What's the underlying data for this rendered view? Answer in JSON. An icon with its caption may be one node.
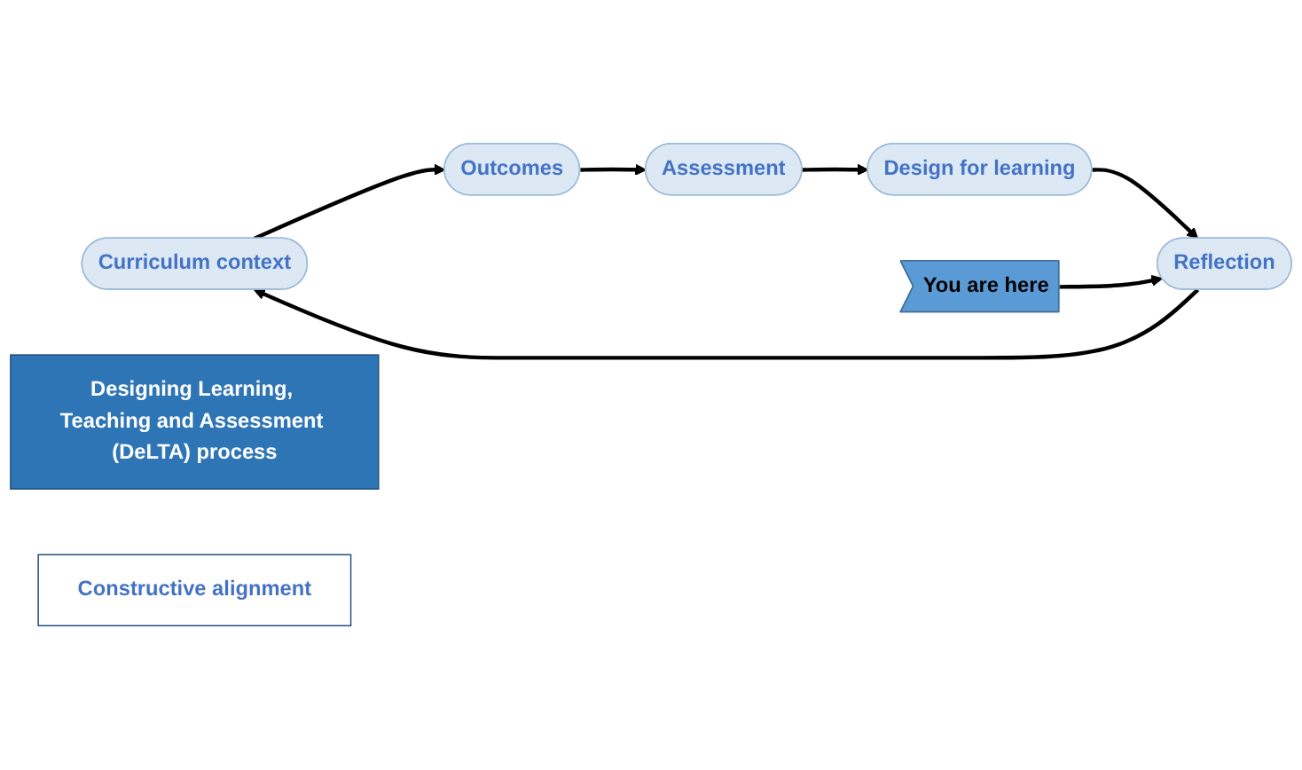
{
  "diagram": {
    "nodes": [
      {
        "text": [
          "Curriculum context"
        ]
      },
      {
        "text": [
          "Outcomes"
        ]
      },
      {
        "text": [
          "Assessment"
        ]
      },
      {
        "text": [
          "Design for learning"
        ]
      },
      {
        "text": [
          "Reflection"
        ]
      },
      {
        "text": [
          "You are here"
        ]
      },
      {
        "text": [
          "Designing Learning, Teaching and Assessment (DeLTA) process"
        ]
      },
      {
        "text": [
          "Constructive alignment"
        ]
      }
    ],
    "edges": [
      {
        "from": 0,
        "to": 1,
        "arrow": "to"
      },
      {
        "from": 1,
        "to": 2,
        "arrow": "to"
      },
      {
        "from": 2,
        "to": 3,
        "arrow": "to"
      },
      {
        "from": 3,
        "to": 4,
        "arrow": "to"
      },
      {
        "from": 4,
        "to": 0,
        "arrow": "to"
      },
      {
        "from": 5,
        "to": 4,
        "arrow": "to"
      }
    ]
  }
}
